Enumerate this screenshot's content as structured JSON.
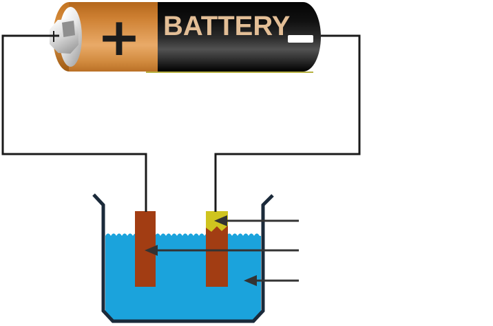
{
  "diagram": {
    "battery": {
      "brand_label": "BATTERY",
      "positive_terminal_symbol": "+",
      "negative_terminal_symbol": "-",
      "colors": {
        "casing_front": "#D0802E",
        "casing_rear": "#1A1A1A",
        "brand_text": "#E3BE96",
        "terminal_metal": "#D4D4D4",
        "negative_mark": "#FFFFFF"
      }
    },
    "circuit": {
      "wire_color": "#1A1A1A"
    },
    "beaker": {
      "outline_color": "#1B2A3A",
      "solution_color": "#1BA3DC"
    },
    "electrodes": {
      "left_color": "#A23D13",
      "right_color": "#A23D13",
      "right_coating_color": "#CFC41F"
    },
    "pointers": {
      "color": "#333333",
      "items": [
        {
          "points_to": "coating on right electrode"
        },
        {
          "points_to": "left electrode"
        },
        {
          "points_to": "solution in beaker"
        }
      ]
    }
  }
}
